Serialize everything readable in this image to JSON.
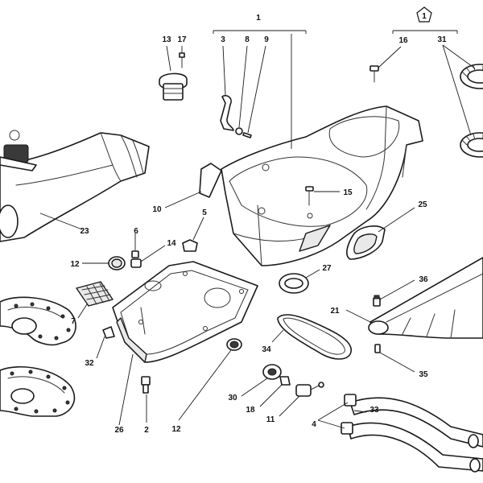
{
  "callouts": {
    "c1": "1",
    "c2": "2",
    "c3": "3",
    "c4": "4",
    "c5": "5",
    "c6": "6",
    "c7": "7",
    "c8": "8",
    "c9": "9",
    "c10": "10",
    "c11": "11",
    "c12a": "12",
    "c12b": "12",
    "c13": "13",
    "c14": "14",
    "c15": "15",
    "c16": "16",
    "c17": "17",
    "c18": "18",
    "c21": "21",
    "c23": "23",
    "c25": "25",
    "c26": "26",
    "c27": "27",
    "c30": "30",
    "c31": "31",
    "c32": "32",
    "c33": "33",
    "c34": "34",
    "c35": "35",
    "c36": "36"
  },
  "pentagon_marker": "1"
}
